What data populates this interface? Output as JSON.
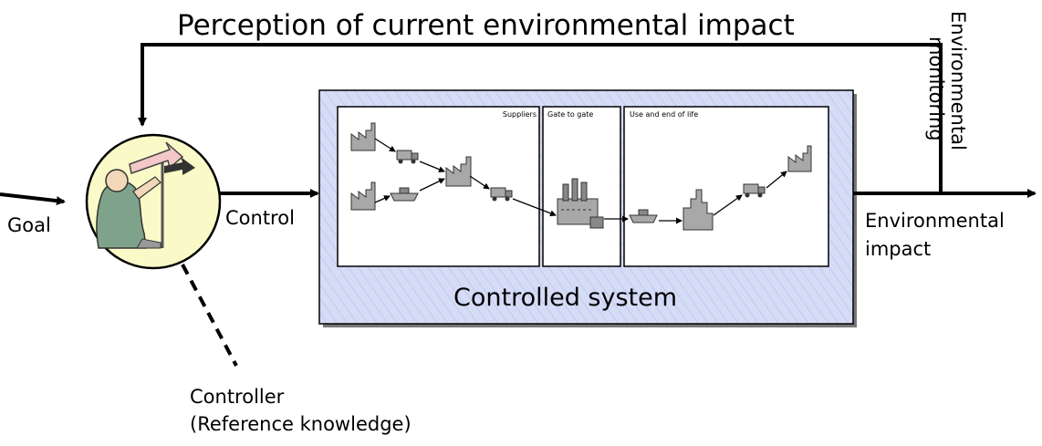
{
  "title": "Perception of current environmental impact",
  "feedback_label": [
    "Environmental",
    "monitoring"
  ],
  "input_label": "Goal",
  "control_label": "Control",
  "output_label": [
    "Environmental",
    "impact"
  ],
  "system": {
    "label": "Controlled system",
    "stages": [
      "Suppliers",
      "Gate to gate",
      "Use and end of  life"
    ]
  },
  "controller_label": [
    "Controller",
    "(Reference knowledge)"
  ],
  "colors": {
    "system_fill": "#d9d8f7",
    "system_hatch": "#a9c4ee",
    "controller_fill": "#fafac8",
    "icon_gray": "#a8a8a8"
  },
  "icons": [
    "factory-icon",
    "truck-icon",
    "ship-icon",
    "plant-icon",
    "city-icon",
    "person-with-signpost-icon"
  ]
}
